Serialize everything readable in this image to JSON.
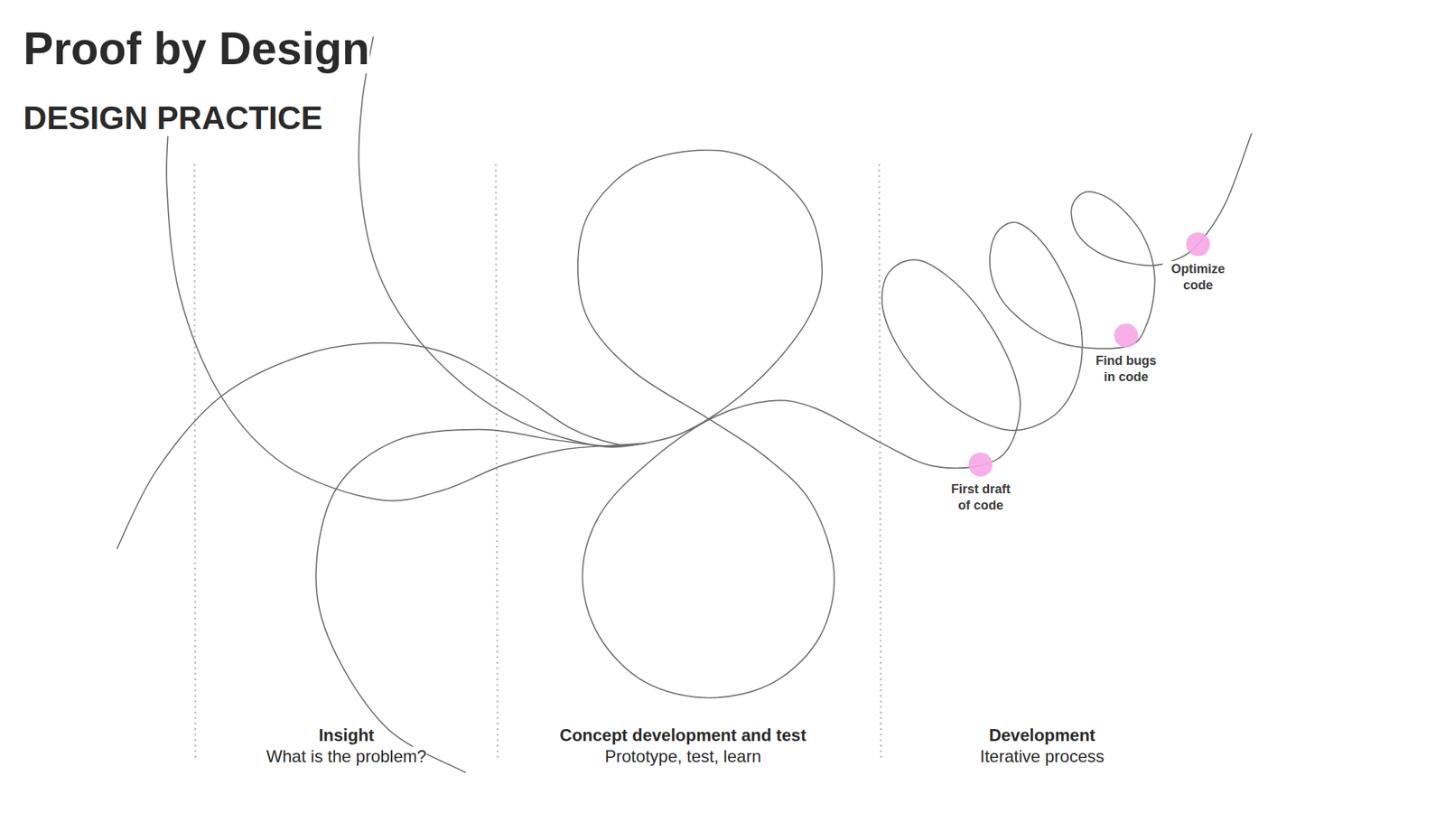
{
  "diagram": {
    "title": "Proof by Design",
    "labels": [
      "DESIGN PRACTICE",
      "First draft of code",
      "Find bugs in code",
      "Optimize code",
      "Insight",
      "What is the problem?",
      "Concept development and test",
      "Prototype, test, learn",
      "Development",
      "Iterative process"
    ]
  }
}
